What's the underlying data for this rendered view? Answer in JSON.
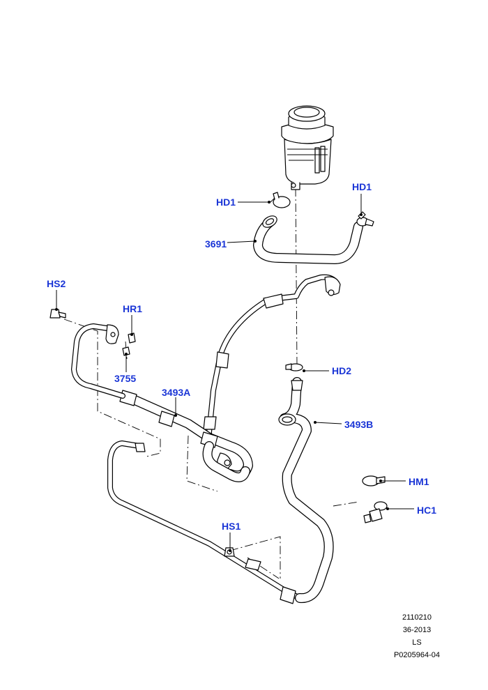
{
  "callouts": {
    "hd1_left": "HD1",
    "hd1_right": "HD1",
    "p3691": "3691",
    "hs2": "HS2",
    "hr1": "HR1",
    "p3755": "3755",
    "p3493a": "3493A",
    "hd2": "HD2",
    "p3493b": "3493B",
    "hm1": "HM1",
    "hc1": "HC1",
    "hs1": "HS1"
  },
  "reference": {
    "line1": "2110210",
    "line2": "36-2013",
    "line3": "LS",
    "line4": "P0205964-04"
  },
  "colors": {
    "callout": "#1a35d6",
    "line": "#000000",
    "background": "#ffffff"
  }
}
